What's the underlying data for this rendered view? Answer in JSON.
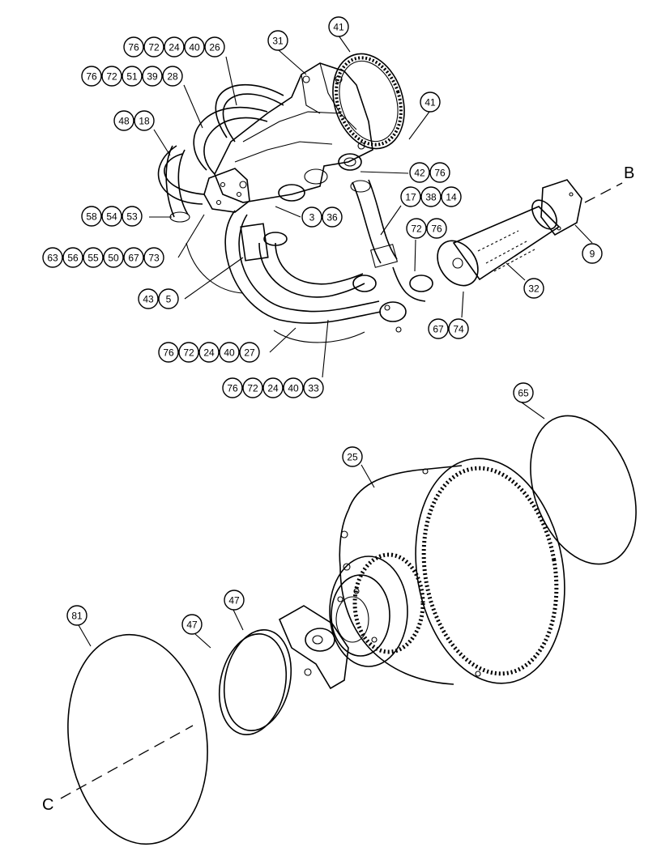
{
  "callout_groups": [
    {
      "id": "g1",
      "labels": [
        "76",
        "72",
        "24",
        "40",
        "26"
      ]
    },
    {
      "id": "g2",
      "labels": [
        "76",
        "72",
        "51",
        "39",
        "28"
      ]
    },
    {
      "id": "g3",
      "labels": [
        "48",
        "18"
      ]
    },
    {
      "id": "g4",
      "labels": [
        "58",
        "54",
        "53"
      ]
    },
    {
      "id": "g5",
      "labels": [
        "63",
        "56",
        "55",
        "50",
        "67",
        "73"
      ]
    },
    {
      "id": "g6",
      "labels": [
        "43",
        "5"
      ]
    },
    {
      "id": "g7",
      "labels": [
        "76",
        "72",
        "24",
        "40",
        "27"
      ]
    },
    {
      "id": "g8",
      "labels": [
        "76",
        "72",
        "24",
        "40",
        "33"
      ]
    },
    {
      "id": "g9",
      "labels": [
        "3",
        "36"
      ]
    },
    {
      "id": "g10",
      "labels": [
        "31"
      ]
    },
    {
      "id": "g11",
      "labels": [
        "41"
      ]
    },
    {
      "id": "g12",
      "labels": [
        "41"
      ]
    },
    {
      "id": "g13",
      "labels": [
        "42",
        "76"
      ]
    },
    {
      "id": "g14",
      "labels": [
        "17",
        "38",
        "14"
      ]
    },
    {
      "id": "g15",
      "labels": [
        "72",
        "76"
      ]
    },
    {
      "id": "g16",
      "labels": [
        "67",
        "74"
      ]
    },
    {
      "id": "g17",
      "labels": [
        "32"
      ]
    },
    {
      "id": "g18",
      "labels": [
        "9"
      ]
    },
    {
      "id": "g19",
      "labels": [
        "65"
      ]
    },
    {
      "id": "g20",
      "labels": [
        "25"
      ]
    },
    {
      "id": "g21",
      "labels": [
        "47"
      ]
    },
    {
      "id": "g22",
      "labels": [
        "47"
      ]
    },
    {
      "id": "g23",
      "labels": [
        "81"
      ]
    }
  ],
  "section_letters": {
    "b": "B",
    "c": "C"
  }
}
